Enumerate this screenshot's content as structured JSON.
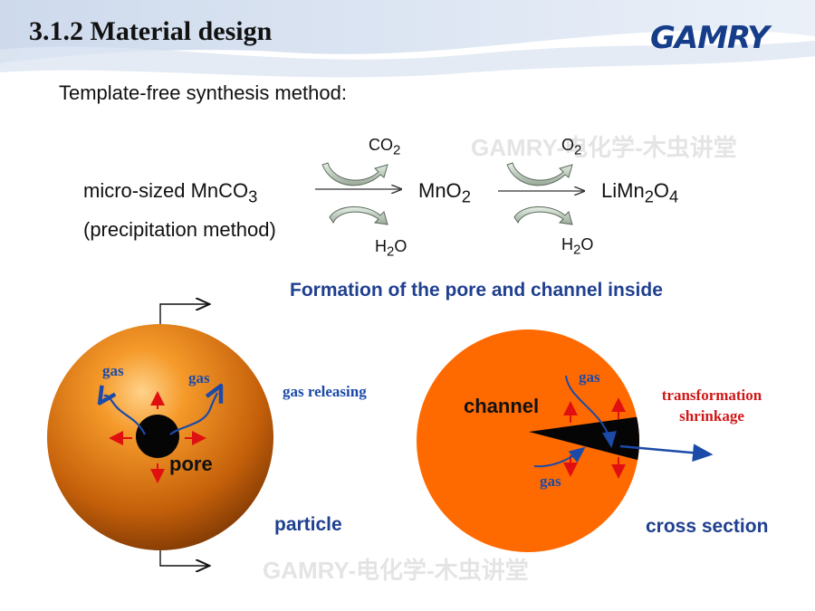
{
  "header": {
    "title": "3.1.2 Material design",
    "logo_text": "GAMRY"
  },
  "subtitle": "Template-free synthesis method:",
  "reaction": {
    "reactant_prefix": "micro-sized MnCO",
    "reactant_sub": "3",
    "reactant_note": "(precipitation method)",
    "intermediate": "MnO",
    "intermediate_sub": "2",
    "product_a": "LiMn",
    "product_sub1": "2",
    "product_b": "O",
    "product_sub2": "4",
    "step1_release": "CO",
    "step1_release_sub": "2",
    "step1_water": "H",
    "step1_water_sub": "2",
    "step1_water_end": "O",
    "step2_input": "O",
    "step2_input_sub": "2",
    "step2_water": "H",
    "step2_water_sub": "2",
    "step2_water_end": "O"
  },
  "formation_heading": "Formation of the pore and channel inside",
  "particle": {
    "gas_left": "gas",
    "gas_right": "gas",
    "pore_label": "pore",
    "gas_releasing": "gas releasing",
    "caption": "particle"
  },
  "cross_section": {
    "channel_label": "channel",
    "gas_top": "gas",
    "gas_bottom": "gas",
    "transform_line1": "transformation",
    "transform_line2": "shrinkage",
    "caption": "cross section"
  },
  "watermark_text": "GAMRY-电化学-木虫讲堂",
  "colors": {
    "title_blue": "#1f3f8f",
    "sphere_orange": "#ff6a00",
    "arrow_red": "#e01010",
    "arrow_blue": "#1c4aa8",
    "logo_blue": "#163d8a"
  }
}
